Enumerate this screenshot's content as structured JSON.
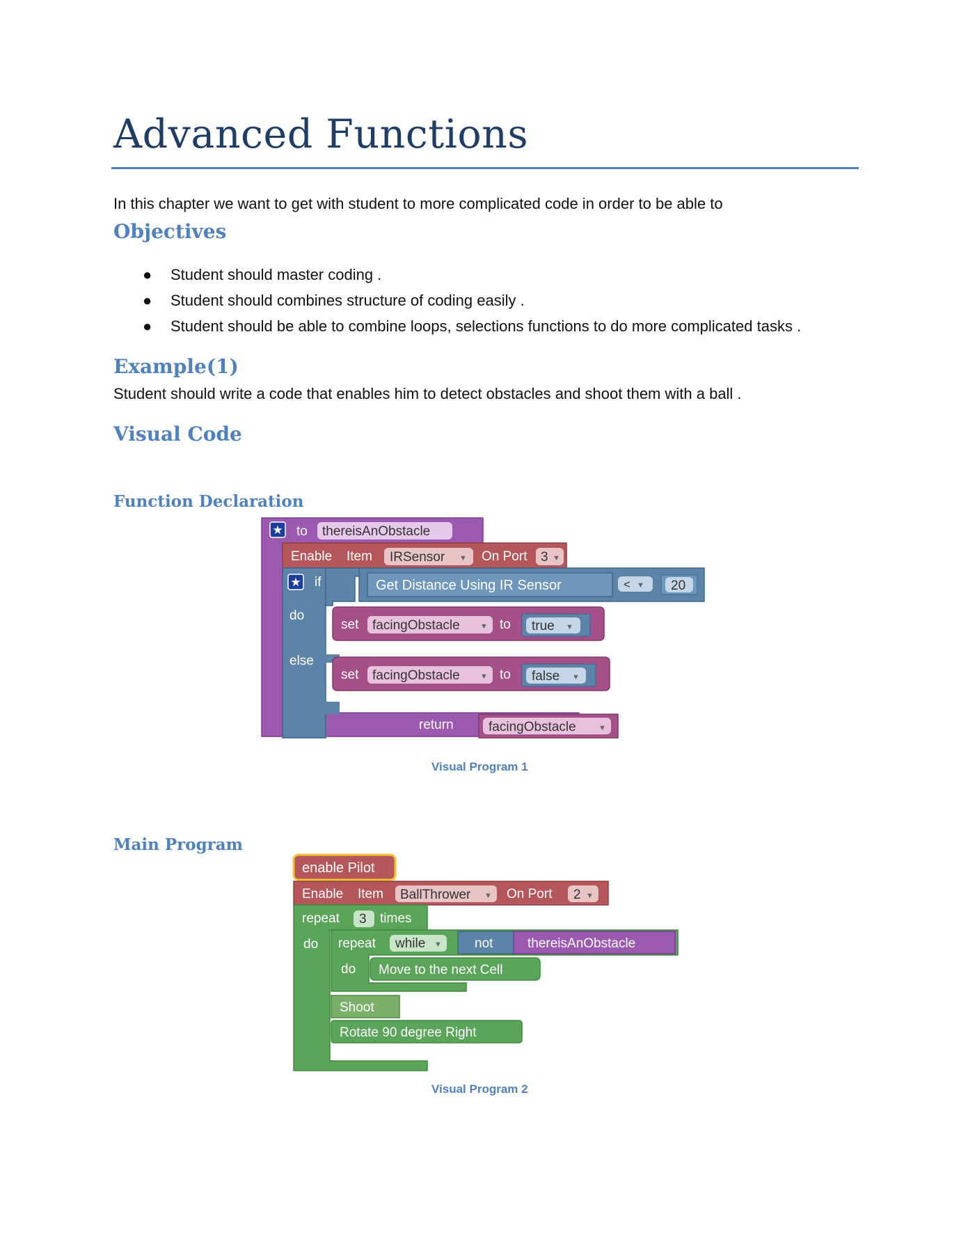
{
  "title": "Advanced Functions",
  "intro": "In this chapter we want to get with student to more complicated code in order to be able to",
  "objectives": {
    "heading": "Objectives",
    "items": [
      "Student should master coding   .",
      "Student should combines structure of coding easily  .",
      "Student should be able to combine loops, selections  functions to do more complicated tasks ."
    ]
  },
  "example": {
    "heading": "Example(1)",
    "text": "Student should write a code that enables him to detect obstacles and shoot them with a ball ."
  },
  "visual_code_heading": "Visual Code",
  "function_declaration": {
    "heading": "Function Declaration",
    "caption": "Visual Program 1",
    "blocks": {
      "to": "to",
      "func_name": "thereisAnObstacle",
      "enable": "Enable",
      "item": "Item",
      "sensor": "IRSensor",
      "on_port": "On Port",
      "port": "3",
      "if": "if",
      "get_distance": "Get Distance Using IR Sensor",
      "operator": "<",
      "threshold": "20",
      "do": "do",
      "else": "else",
      "set": "set",
      "var": "facingObstacle",
      "to_kw": "to",
      "true": "true",
      "false": "false",
      "return": "return"
    }
  },
  "main_program": {
    "heading": "Main Program",
    "caption": "Visual Program 2",
    "blocks": {
      "enable_pilot": "enable Pilot",
      "enable": "Enable",
      "item": "Item",
      "device": "BallThrower",
      "on_port": "On Port",
      "port": "2",
      "repeat": "repeat",
      "count": "3",
      "times": "times",
      "do": "do",
      "while": "while",
      "not": "not",
      "func_call": "thereisAnObstacle",
      "move": "Move to the next Cell",
      "shoot": "Shoot",
      "rotate": "Rotate 90 degree Right"
    }
  },
  "colors": {
    "heading": "#4f81bd",
    "title": "#1f3d66",
    "procedure": "#9b59b0",
    "hardware": "#b5575a",
    "logic": "#5b84a8",
    "loop": "#5ba55b",
    "variable": "#a6508a",
    "pilot_border": "#f2c230"
  }
}
